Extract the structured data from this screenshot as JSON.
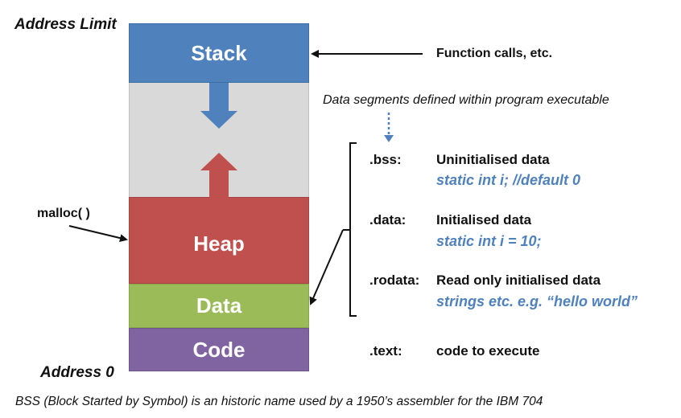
{
  "labels": {
    "address_limit": "Address Limit",
    "address_zero": "Address 0",
    "malloc": "malloc( )",
    "function_calls": "Function calls, etc.",
    "data_segments_note": "Data segments defined within program executable",
    "footer": "BSS (Block Started by Symbol) is an historic name used by a 1950’s assembler for the IBM 704"
  },
  "memory_segments": [
    {
      "name": "Stack",
      "color": "#4f81bd"
    },
    {
      "name": "",
      "color": "#d9d9d9"
    },
    {
      "name": "Heap",
      "color": "#c0504d"
    },
    {
      "name": "Data",
      "color": "#9bbb59"
    },
    {
      "name": "Code",
      "color": "#8064a2"
    }
  ],
  "sections": [
    {
      "key": ".bss:",
      "desc": "Uninitialised data",
      "example": "static int i;  //default 0"
    },
    {
      "key": ".data:",
      "desc": "Initialised data",
      "example": "static int i = 10;"
    },
    {
      "key": ".rodata:",
      "desc": "Read only initialised data",
      "example": "strings etc. e.g. “hello world”"
    },
    {
      "key": ".text:",
      "desc": "code to execute",
      "example": ""
    }
  ],
  "colors": {
    "stack": "#4f81bd",
    "heap": "#c0504d",
    "data": "#9bbb59",
    "code": "#8064a2",
    "free": "#d9d9d9",
    "example_text": "#4f81bd"
  }
}
